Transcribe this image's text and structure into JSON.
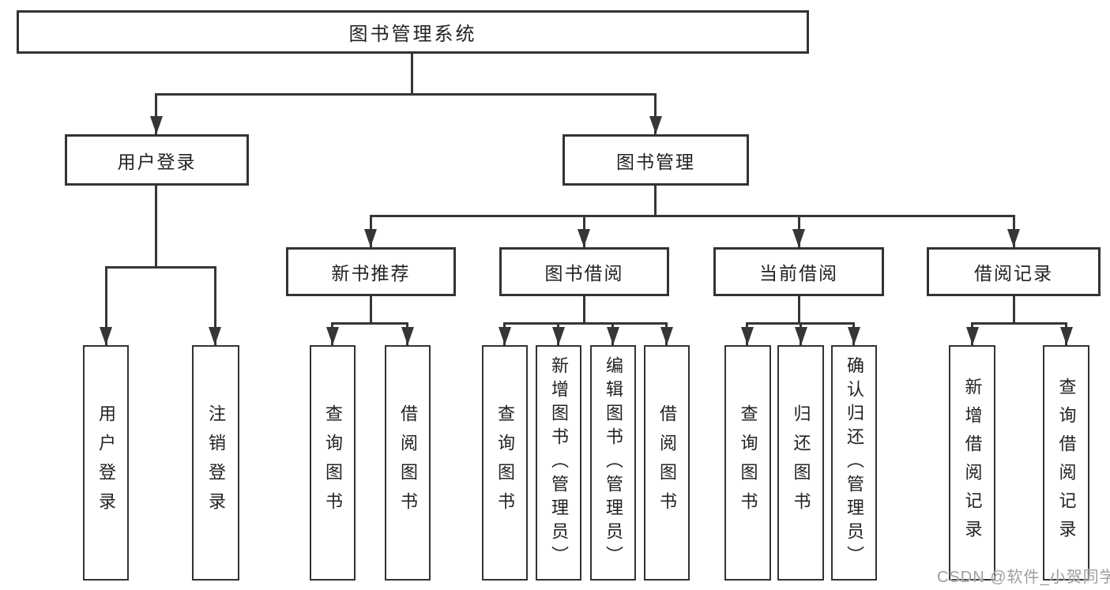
{
  "colors": {
    "line": "#363636",
    "box_border": "#333333",
    "text": "#222222",
    "background": "#ffffff",
    "watermark": "#9e9e9e"
  },
  "watermark": {
    "text": "CSDN @软件_小贺同学"
  },
  "tree": {
    "label": "图书管理系统",
    "children": [
      {
        "label": "用户登录",
        "children": [
          {
            "label": "用户登录"
          },
          {
            "label": "注销登录"
          }
        ]
      },
      {
        "label": "图书管理",
        "children": [
          {
            "label": "新书推荐",
            "children": [
              {
                "label": "查询图书"
              },
              {
                "label": "借阅图书"
              }
            ]
          },
          {
            "label": "图书借阅",
            "children": [
              {
                "label": "查询图书"
              },
              {
                "label": "新增图书（管理员）"
              },
              {
                "label": "编辑图书（管理员）"
              },
              {
                "label": "借阅图书"
              }
            ]
          },
          {
            "label": "当前借阅",
            "children": [
              {
                "label": "查询图书"
              },
              {
                "label": "归还图书"
              },
              {
                "label": "确认归还（管理员）"
              }
            ]
          },
          {
            "label": "借阅记录",
            "children": [
              {
                "label": "新增借阅记录"
              },
              {
                "label": "查询借阅记录"
              }
            ]
          }
        ]
      }
    ]
  }
}
